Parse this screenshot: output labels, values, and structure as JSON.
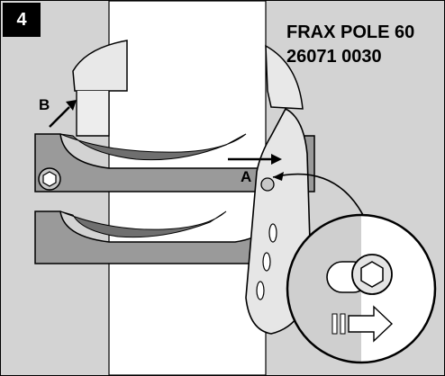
{
  "step": {
    "number": "4"
  },
  "title": {
    "line1": "FRAX POLE 60",
    "line2": "26071 0030"
  },
  "callouts": {
    "a": "A",
    "b": "B"
  },
  "colors": {
    "background": "#d3d3d3",
    "pole": "#ffffff",
    "outline": "#000000",
    "badge": "#000000",
    "pad_gray": "#9a9a9a",
    "pad_dark": "#6f6f6f"
  },
  "icons": {
    "bolt": "hex-socket-bolt-icon",
    "direction": "arrow-right-icon"
  }
}
